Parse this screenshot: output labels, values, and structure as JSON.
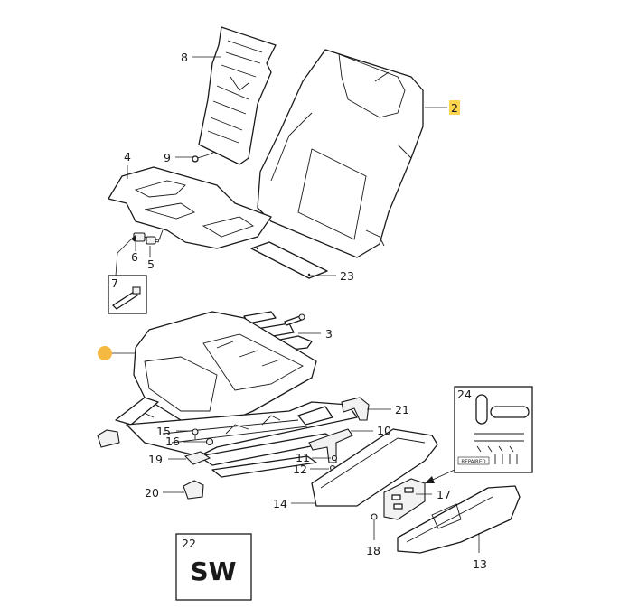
{
  "labels": {
    "l2": "2",
    "l3": "3",
    "l4": "4",
    "l5": "5",
    "l6": "6",
    "l7": "7",
    "l8": "8",
    "l9": "9",
    "l10": "10",
    "l11": "11",
    "l12": "12",
    "l13": "13",
    "l14": "14",
    "l15": "15",
    "l16": "16",
    "l17": "17",
    "l18": "18",
    "l19": "19",
    "l20": "20",
    "l21": "21",
    "l22": "22",
    "l23": "23",
    "l24": "24"
  },
  "box22_text": "SW",
  "box24_tag": "REPAIRED",
  "colors": {
    "highlight_label_bg": "#ffd54f",
    "callout_dot": "#f5b942",
    "line": "#1a1a1a"
  }
}
